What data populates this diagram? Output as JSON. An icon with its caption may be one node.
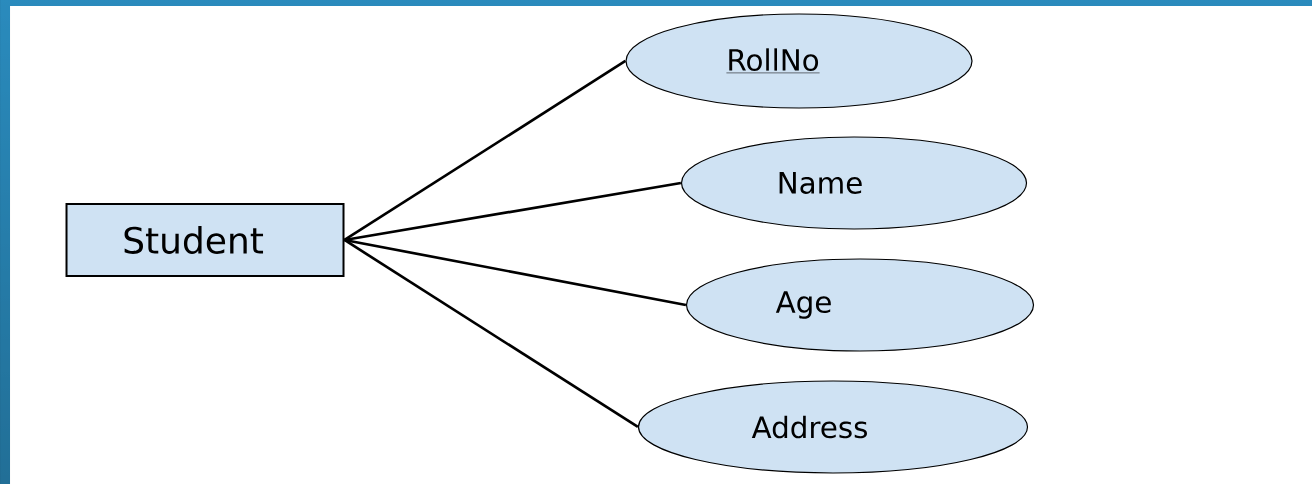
{
  "diagram": {
    "nodes": [
      {
        "text": [
          "Student"
        ]
      },
      {
        "text": [
          "RollNo"
        ]
      },
      {
        "text": [
          "Name"
        ]
      },
      {
        "text": [
          "Age"
        ]
      },
      {
        "text": [
          "Address"
        ]
      }
    ],
    "edges": [
      {
        "from": 0,
        "to": 1,
        "arrow": "none"
      },
      {
        "from": 0,
        "to": 2,
        "arrow": "none"
      },
      {
        "from": 0,
        "to": 3,
        "arrow": "none"
      },
      {
        "from": 0,
        "to": 4,
        "arrow": "none"
      }
    ]
  }
}
